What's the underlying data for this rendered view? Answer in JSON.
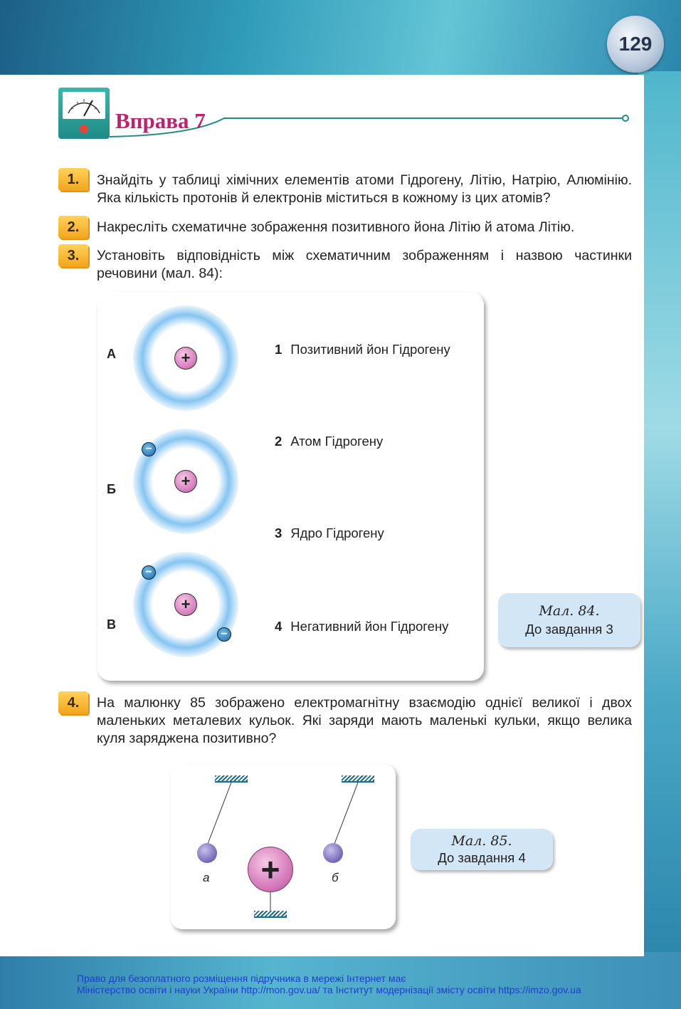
{
  "page_number": "129",
  "section_title": "Вправа 7",
  "tasks": [
    {
      "num": "1.",
      "text": "Знайдіть у таблиці хімічних елементів атоми Гідрогену, Літію, Натрію, Алюмінію. Яка кількість протонів й електронів міститься в кожному із цих атомів?"
    },
    {
      "num": "2.",
      "text": "Накресліть схематичне зображення позитивного йона Літію й атома Літію."
    },
    {
      "num": "3.",
      "text": "Установіть відповідність між схематичним зображенням і назвою частинки речовини (мал. 84):"
    },
    {
      "num": "4.",
      "text": "На малюнку 85 зображено електромагнітну взаємодію однієї великої і двох маленьких металевих кульок. Які заряди мають маленькі кульки, якщо велика куля заряджена позитивно?"
    }
  ],
  "figure84": {
    "letters": [
      "А",
      "Б",
      "В"
    ],
    "options": [
      {
        "n": "1",
        "label": "Позитивний йон Гідрогену"
      },
      {
        "n": "2",
        "label": "Атом Гідрогену"
      },
      {
        "n": "3",
        "label": "Ядро Гідрогену"
      },
      {
        "n": "4",
        "label": "Негативний йон Гідрогену"
      }
    ],
    "plus_sign": "+",
    "minus_sign": "−",
    "caption_title": "Мал. 84.",
    "caption_sub": "До завдання 3"
  },
  "figure85": {
    "label_a": "а",
    "label_b": "б",
    "plus_sign": "+",
    "caption_title": "Мал. 85.",
    "caption_sub": "До завдання 4"
  },
  "footer": {
    "line1": "Право для безоплатного розміщення підручника в мережі Інтернет має",
    "line2": "Міністерство освіти і науки України http://mon.gov.ua/ та Інститут модернізації змісту освіти https://imzo.gov.ua"
  },
  "colors": {
    "title": "#c0206f",
    "badge": "#f3a51b",
    "footer_text": "#1b3fd0",
    "caption_bg": "#d3e6f6"
  }
}
